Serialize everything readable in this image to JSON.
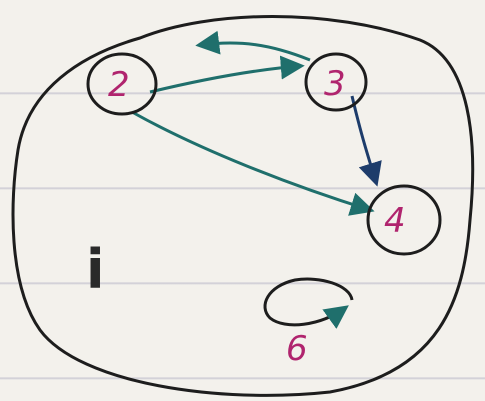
{
  "diagram": {
    "annotation": "i",
    "colors": {
      "ink": "#1d1d1d",
      "edge": "#1f6f6c",
      "edge_dark": "#1d3c6b",
      "label": "#b0246e",
      "ruled": "#8a8ab0"
    },
    "nodes": [
      {
        "id": "n2",
        "label": "2"
      },
      {
        "id": "n3",
        "label": "3"
      },
      {
        "id": "n4",
        "label": "4"
      },
      {
        "id": "n6",
        "label": "6"
      }
    ],
    "edges": [
      {
        "from": "2",
        "to": "3"
      },
      {
        "from": "3",
        "to": "2"
      },
      {
        "from": "2",
        "to": "4"
      },
      {
        "from": "3",
        "to": "4"
      },
      {
        "from": "6",
        "to": "6"
      }
    ]
  }
}
